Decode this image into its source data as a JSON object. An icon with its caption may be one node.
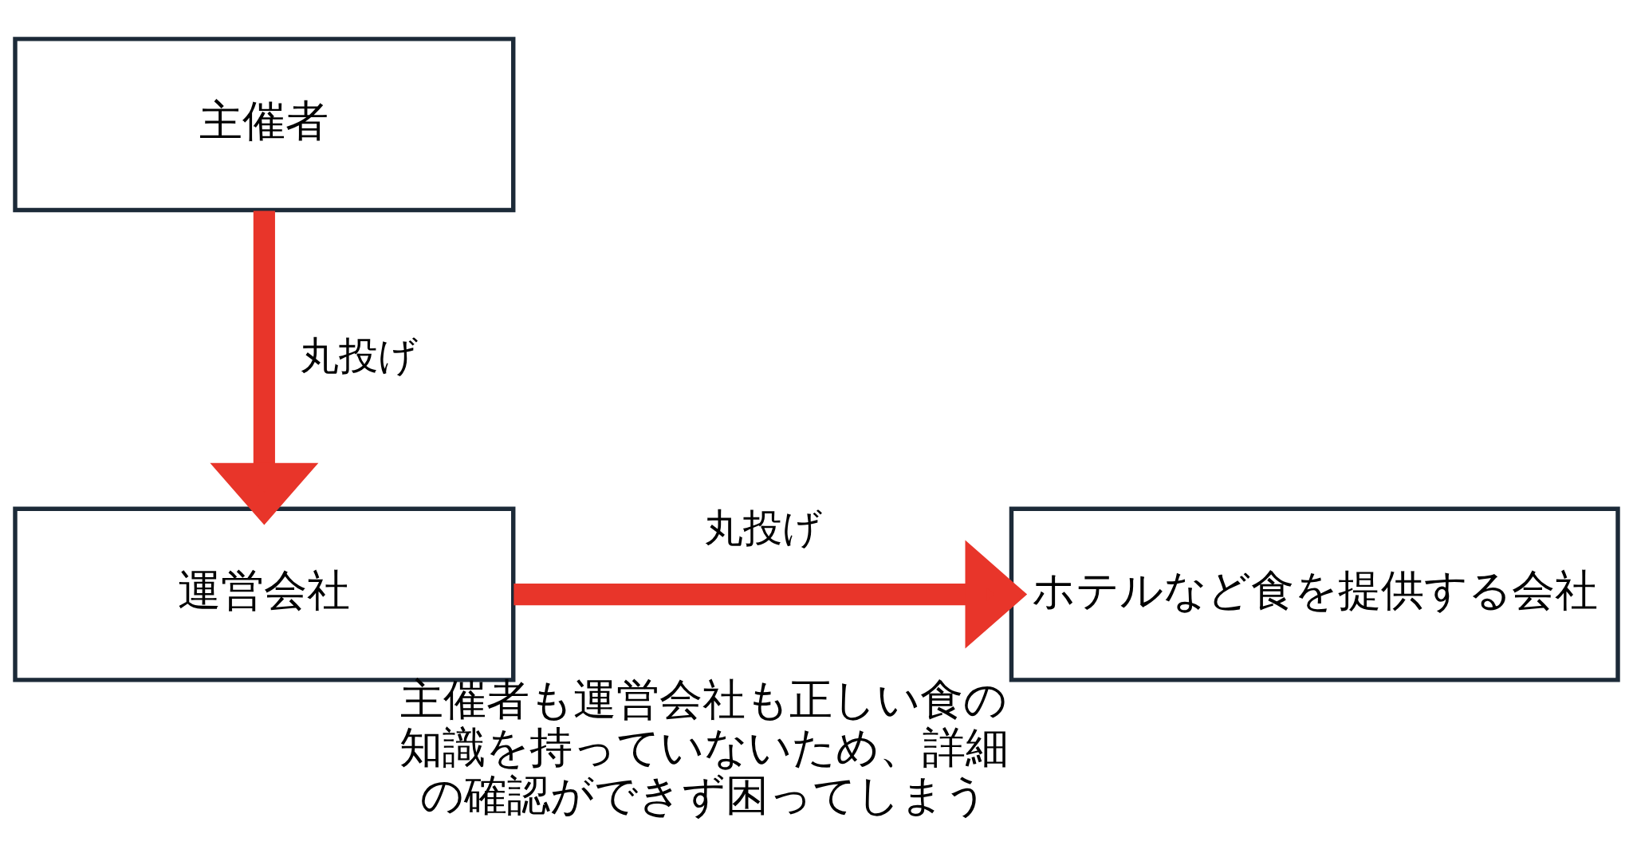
{
  "diagram": {
    "nodes": [
      {
        "text": [
          "主催者"
        ]
      },
      {
        "text": [
          "運営会社"
        ]
      },
      {
        "text": [
          "ホテルなど食を提供する会社"
        ],
        "beside": [
          "主催者も運営会社も正しい食の知識を持っていないため、詳細の確認ができず困ってしまう"
        ]
      }
    ],
    "edges": [
      {
        "from": 0,
        "to": 1,
        "arrow": "to",
        "label": "丸投げ",
        "color": "#e8352a"
      },
      {
        "from": 1,
        "to": 2,
        "arrow": "to",
        "label": "丸投げ",
        "color": "#e8352a"
      }
    ]
  }
}
